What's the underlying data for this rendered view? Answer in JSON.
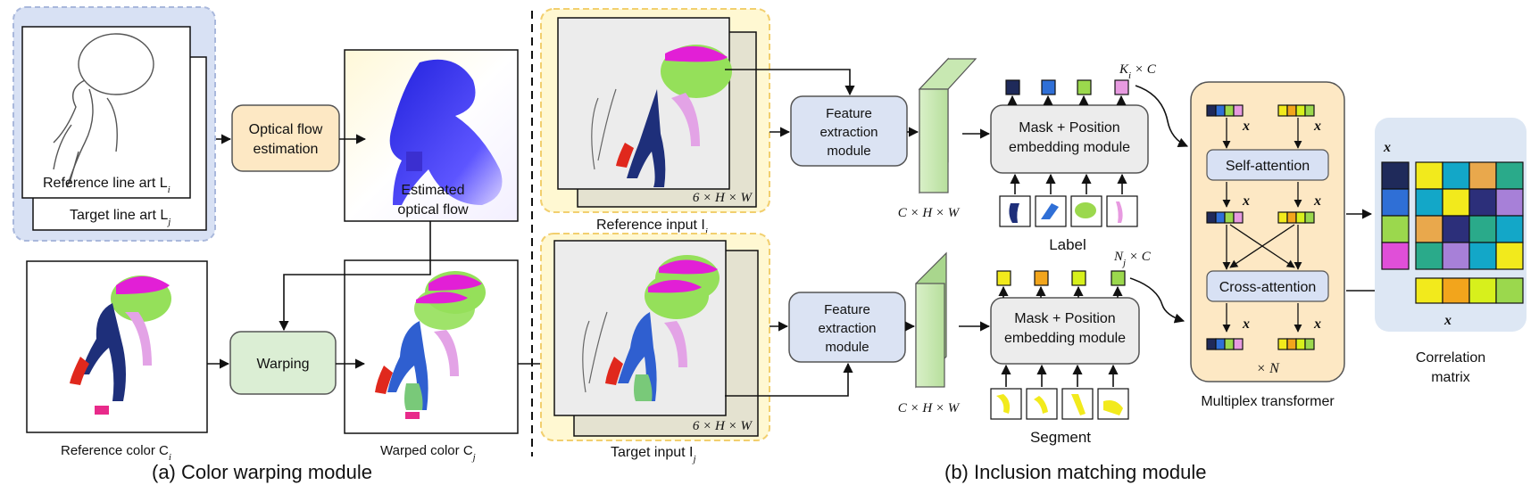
{
  "captions": {
    "a": "(a) Color warping module",
    "b": "(b) Inclusion matching module"
  },
  "color_warping": {
    "reference_line_art": "Reference line art L",
    "reference_line_art_sub": "i",
    "target_line_art": "Target line art L",
    "target_line_art_sub": "j",
    "optical_flow_estimation": [
      "Optical flow",
      "estimation"
    ],
    "estimated_optical_flow": [
      "Estimated",
      "optical flow"
    ],
    "warping": "Warping",
    "reference_color": "Reference color C",
    "reference_color_sub": "i",
    "warped_color": "Warped color C",
    "warped_color_sub": "j"
  },
  "inclusion_matching": {
    "reference_input": "Reference input I",
    "reference_input_sub": "i",
    "target_input": "Target input I",
    "target_input_sub": "j",
    "input_dims": "6 × H × W",
    "feature_extraction": [
      "Feature",
      "extraction",
      "module"
    ],
    "feature_dims": "C × H × W",
    "mask_position": [
      "Mask + Position",
      "embedding module"
    ],
    "label_caption": "Label",
    "segment_caption": "Segment",
    "label_count": "K",
    "label_count_sub": "i",
    "label_count_suffix": " × C",
    "segment_count": "N",
    "segment_count_sub": "j",
    "segment_count_suffix": " × C",
    "label_token_colors": [
      "#1f2a5a",
      "#2f6fd6",
      "#9bd84d",
      "#e79ae0"
    ],
    "segment_token_colors": [
      "#f2ea1c",
      "#f2a51c",
      "#d7f01c",
      "#9bd84d"
    ]
  },
  "transformer": {
    "self_attention": "Self-attention",
    "cross_attention": "Cross-attention",
    "xi_k": "x",
    "xj_k": "x",
    "repeat": "× N",
    "caption": "Multiplex transformer",
    "row_colors_i": [
      "#1f2a5a",
      "#2f6fd6",
      "#9bd84d",
      "#e79ae0"
    ],
    "row_colors_j": [
      "#f2ea1c",
      "#f2a51c",
      "#d7f01c",
      "#9bd84d"
    ]
  },
  "correlation": {
    "caption": [
      "Correlation",
      "matrix"
    ],
    "left_column": [
      "#1f2a5a",
      "#2f6fd6",
      "#9bd84d",
      "#e04fd8"
    ],
    "top_row": [
      "#f2ea1c",
      "#f2a51c",
      "#d7f01c",
      "#9bd84d"
    ],
    "grid": [
      [
        "#f2ea1c",
        "#13a7c8",
        "#e9a84c",
        "#2aaa8a"
      ],
      [
        "#13a7c8",
        "#f2ea1c",
        "#2c2f7a",
        "#a780d8"
      ],
      [
        "#e9a84c",
        "#2c2f7a",
        "#2aaa8a",
        "#13a7c8"
      ],
      [
        "#2aaa8a",
        "#a780d8",
        "#13a7c8",
        "#f2ea1c"
      ]
    ]
  }
}
